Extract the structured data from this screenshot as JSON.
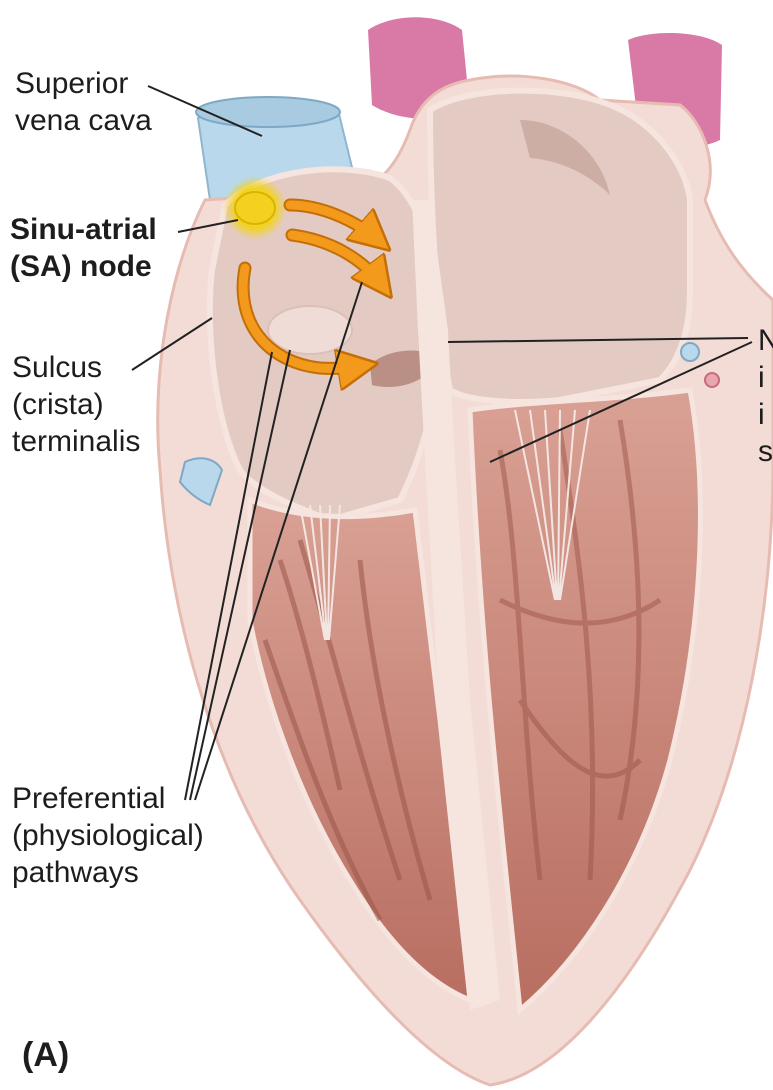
{
  "figure": {
    "panel_letter": "(A)",
    "colors": {
      "heart_outer": "#f4dcd6",
      "chamber_wall": "#e9c3bb",
      "chamber_cavity": "#e3cbc3",
      "myocardium": "#c88477",
      "myocardium_dark": "#a55d52",
      "vessel_blue": "#b9d8ec",
      "aorta_pink": "#d97aa6",
      "sa_node": "#f2d21e",
      "arrow_orange": "#f39a1c",
      "leader_line": "#222222"
    },
    "labels": {
      "superior_vena_cava": [
        "Superior",
        "vena cava"
      ],
      "sa_node": [
        "Sinu-atrial",
        "(SA) node"
      ],
      "sulcus_terminalis": [
        "Sulcus",
        "(crista)",
        "terminalis"
      ],
      "preferential_pathways": [
        "Preferential",
        "(physiological)",
        "pathways"
      ],
      "right_clipped": [
        "N",
        "i",
        "i",
        "s"
      ]
    }
  }
}
